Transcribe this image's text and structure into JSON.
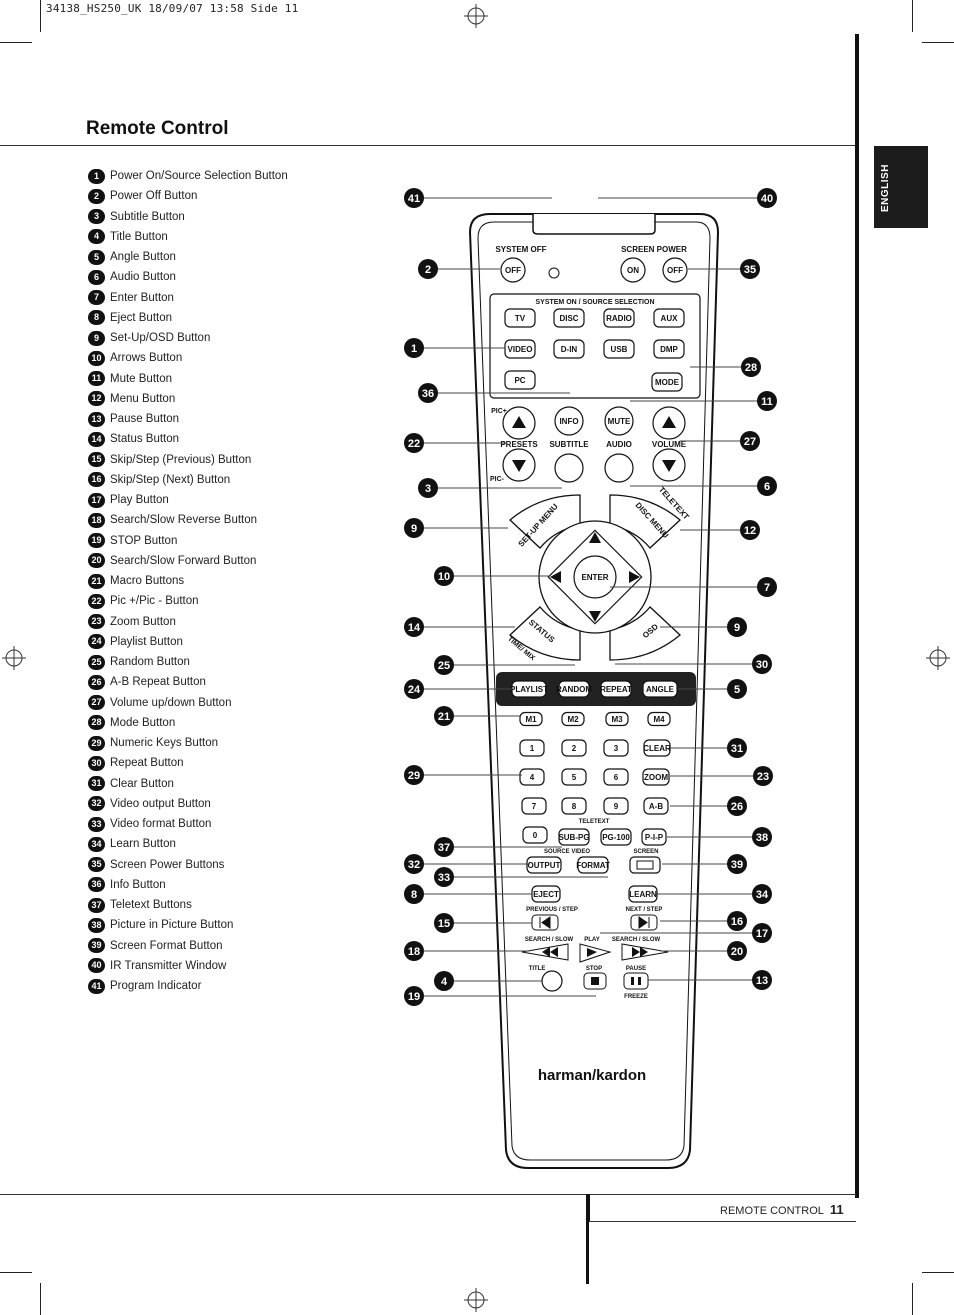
{
  "slug": "34138_HS250_UK  18/09/07  13:58  Side 11",
  "page_title": "Remote Control",
  "side_tab": "ENGLISH",
  "legend": [
    {
      "n": "1",
      "label": "Power On/Source Selection Button"
    },
    {
      "n": "2",
      "label": "Power Off Button"
    },
    {
      "n": "3",
      "label": "Subtitle Button"
    },
    {
      "n": "4",
      "label": "Title Button"
    },
    {
      "n": "5",
      "label": "Angle Button"
    },
    {
      "n": "6",
      "label": "Audio Button"
    },
    {
      "n": "7",
      "label": "Enter Button"
    },
    {
      "n": "8",
      "label": "Eject Button"
    },
    {
      "n": "9",
      "label": "Set-Up/OSD Button"
    },
    {
      "n": "10",
      "label": "Arrows Button"
    },
    {
      "n": "11",
      "label": "Mute Button"
    },
    {
      "n": "12",
      "label": "Menu Button"
    },
    {
      "n": "13",
      "label": "Pause Button"
    },
    {
      "n": "14",
      "label": "Status Button"
    },
    {
      "n": "15",
      "label": "Skip/Step (Previous) Button"
    },
    {
      "n": "16",
      "label": "Skip/Step (Next) Button"
    },
    {
      "n": "17",
      "label": "Play Button"
    },
    {
      "n": "18",
      "label": "Search/Slow Reverse Button"
    },
    {
      "n": "19",
      "label": "STOP Button"
    },
    {
      "n": "20",
      "label": "Search/Slow Forward Button"
    },
    {
      "n": "21",
      "label": "Macro Buttons"
    },
    {
      "n": "22",
      "label": "Pic +/Pic - Button"
    },
    {
      "n": "23",
      "label": "Zoom Button"
    },
    {
      "n": "24",
      "label": "Playlist Button"
    },
    {
      "n": "25",
      "label": "Random Button"
    },
    {
      "n": "26",
      "label": "A-B Repeat Button"
    },
    {
      "n": "27",
      "label": "Volume up/down Button"
    },
    {
      "n": "28",
      "label": "Mode Button"
    },
    {
      "n": "29",
      "label": "Numeric Keys Button"
    },
    {
      "n": "30",
      "label": "Repeat Button"
    },
    {
      "n": "31",
      "label": "Clear Button"
    },
    {
      "n": "32",
      "label": "Video output Button"
    },
    {
      "n": "33",
      "label": "Video format Button"
    },
    {
      "n": "34",
      "label": "Learn Button"
    },
    {
      "n": "35",
      "label": "Screen Power Buttons"
    },
    {
      "n": "36",
      "label": "Info Button"
    },
    {
      "n": "37",
      "label": "Teletext Buttons"
    },
    {
      "n": "38",
      "label": "Picture in Picture Button"
    },
    {
      "n": "39",
      "label": "Screen Format Button"
    },
    {
      "n": "40",
      "label": "IR Transmitter Window"
    },
    {
      "n": "41",
      "label": "Program Indicator"
    }
  ],
  "remote": {
    "system_off": "SYSTEM OFF",
    "screen_power": "SCREEN POWER",
    "off": "OFF",
    "on": "ON",
    "source_header": "SYSTEM ON / SOURCE SELECTION",
    "src_tv": "TV",
    "src_disc": "DISC",
    "src_radio": "RADIO",
    "src_aux": "AUX",
    "src_video": "VIDEO",
    "src_din": "D-IN",
    "src_usb": "USB",
    "src_dmp": "DMP",
    "src_pc": "PC",
    "mode": "MODE",
    "pic_plus": "PIC+",
    "pic_minus": "PIC-",
    "info": "INFO",
    "mute": "MUTE",
    "presets": "PRESETS",
    "subtitle": "SUBTITLE",
    "audio": "AUDIO",
    "volume": "VOLUME",
    "setup_menu": "SET-UP MENU",
    "teletext": "TELETEXT",
    "disc_menu": "DISC MENU",
    "enter": "ENTER",
    "status": "STATUS",
    "time_mix": "TIME/ MIX",
    "osd": "OSD",
    "playlist": "PLAYLIST",
    "random": "RANDOM",
    "repeat": "REPEAT",
    "angle": "ANGLE",
    "m1": "M1",
    "m2": "M2",
    "m3": "M3",
    "m4": "M4",
    "k1": "1",
    "k2": "2",
    "k3": "3",
    "k4": "4",
    "k5": "5",
    "k6": "6",
    "k7": "7",
    "k8": "8",
    "k9": "9",
    "k0": "0",
    "clear": "CLEAR",
    "zoom": "ZOOM",
    "ab": "A-B",
    "pip": "P-I-P",
    "teletext_small": "TELETEXT",
    "sub_pg": "SUB-PG",
    "pg100": "PG-100",
    "source_video": "SOURCE  VIDEO",
    "screen": "SCREEN",
    "output": "OUTPUT",
    "format": "FORMAT",
    "eject": "EJECT",
    "learn": "LEARN",
    "prev_step": "PREVIOUS / STEP",
    "next_step": "NEXT / STEP",
    "search_slow_l": "SEARCH / SLOW",
    "play": "PLAY",
    "search_slow_r": "SEARCH / SLOW",
    "title": "TITLE",
    "stop": "STOP",
    "pause": "PAUSE",
    "freeze": "FREEZE",
    "brand": "harman/kardon"
  },
  "callouts": [
    "41",
    "40",
    "2",
    "35",
    "1",
    "28",
    "36",
    "11",
    "22",
    "27",
    "3",
    "6",
    "9",
    "12",
    "10",
    "7",
    "14",
    "9",
    "25",
    "30",
    "24",
    "5",
    "21",
    "31",
    "29",
    "23",
    "26",
    "37",
    "38",
    "32",
    "39",
    "33",
    "8",
    "34",
    "15",
    "16",
    "17",
    "18",
    "20",
    "4",
    "13",
    "19"
  ],
  "footer": {
    "section": "REMOTE CONTROL",
    "page": "11"
  }
}
